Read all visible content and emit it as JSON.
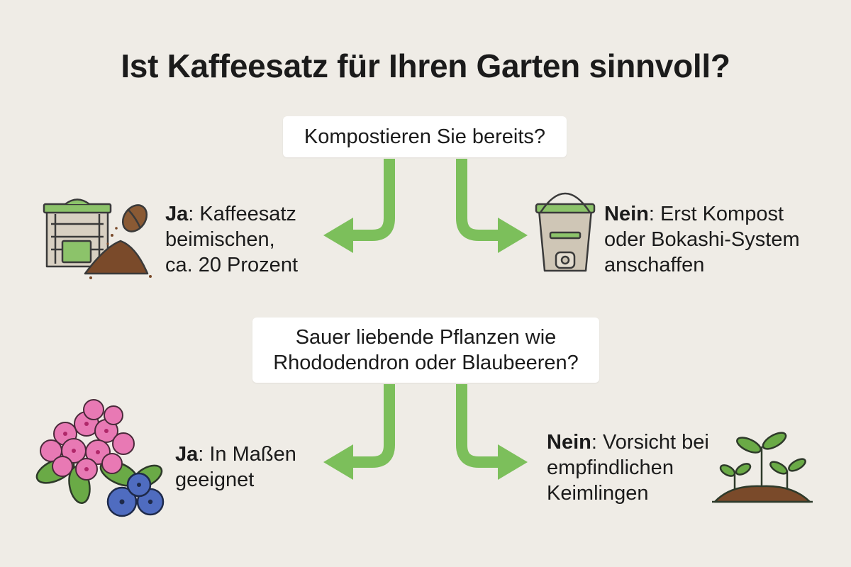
{
  "title": "Ist Kaffeesatz für Ihren Garten sinnvoll?",
  "question1": {
    "text": "Kompostieren Sie bereits?",
    "yes": {
      "label": "Ja",
      "lines": [
        ": Kaffeesatz",
        "beimischen,",
        "ca. 20 Prozent"
      ]
    },
    "no": {
      "label": "Nein",
      "lines": [
        ": Erst Kompost",
        "oder Bokashi-System",
        "anschaffen"
      ]
    }
  },
  "question2": {
    "lines": [
      "Sauer liebende Pflanzen wie",
      "Rhododendron oder Blaubeeren?"
    ],
    "yes": {
      "label": "Ja",
      "lines": [
        ": In Maßen",
        "geeignet"
      ]
    },
    "no": {
      "label": "Nein",
      "lines": [
        ": Vorsicht bei",
        "empfindlichen",
        "Keimlingen"
      ]
    }
  },
  "icons": {
    "yes1": "compost-bin-icon",
    "no1": "bokashi-bucket-icon",
    "yes2": "rhododendron-blueberry-icon",
    "no2": "seedlings-icon"
  },
  "colors": {
    "arrow": "#7cbf5b",
    "background": "#efece6",
    "box": "#ffffff"
  }
}
